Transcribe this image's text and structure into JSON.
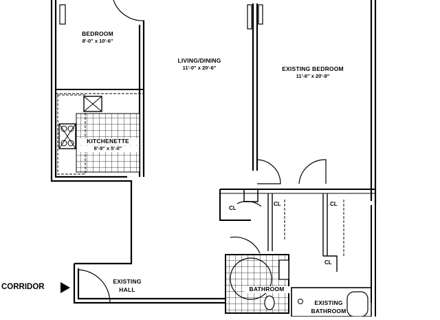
{
  "plan": {
    "rooms": {
      "bedroom": {
        "name": "BEDROOM",
        "dims": "8'-0\" x 10'-6\""
      },
      "living_dining": {
        "name": "LIVING/DINING",
        "dims": "11'-0\" x 20'-6\""
      },
      "existing_bedroom": {
        "name": "EXISTING BEDROOM",
        "dims": "11'-6\" x 20'-8\""
      },
      "kitchenette": {
        "name": "KITCHENETTE",
        "dims": "8'-9\" x 5'-0\""
      },
      "existing_hall": {
        "name": "EXISTING",
        "name2": "HALL"
      },
      "bathroom": {
        "name": "BATHROOM"
      },
      "existing_bathroom": {
        "name": "EXISTING",
        "name2": "BATHROOM"
      }
    },
    "closets": {
      "cl_1": "CL",
      "cl_2": "CL",
      "cl_3": "CL",
      "cl_4": "CL"
    },
    "corridor": {
      "label": "CORRIDOR"
    },
    "colors": {
      "line": "#000000",
      "background": "#ffffff"
    }
  }
}
